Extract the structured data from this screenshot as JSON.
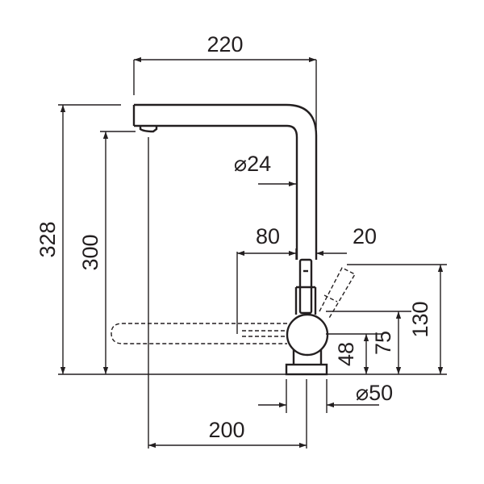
{
  "dimensions": {
    "spout_reach": "220",
    "total_height": "328",
    "outlet_height": "300",
    "spout_diameter": "⌀24",
    "handle_offset": "80",
    "handle_tilt": "20",
    "handle_height": "130",
    "lever_height": "75",
    "body_height": "48",
    "base_diameter": "⌀50",
    "base_to_outlet": "200"
  },
  "colors": {
    "line": "#231f20",
    "background": "#ffffff"
  }
}
